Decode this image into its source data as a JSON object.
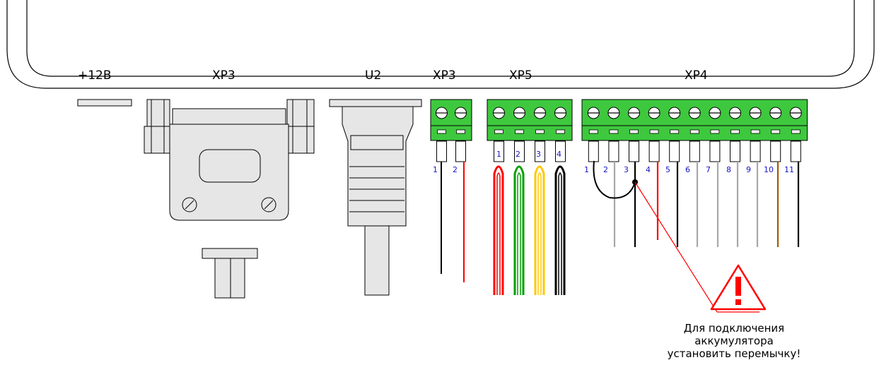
{
  "connectors": {
    "power": "+12В",
    "db": "XP3",
    "usb": "U2",
    "xp3_terminal": "XP3",
    "xp5": "XP5",
    "xp4": "XP4"
  },
  "xp3_pins": [
    "1",
    "2"
  ],
  "xp5_pins": [
    "1",
    "2",
    "3",
    "4"
  ],
  "xp4_pins": [
    "1",
    "2",
    "3",
    "4",
    "5",
    "6",
    "7",
    "8",
    "9",
    "10",
    "11"
  ],
  "warning": {
    "lines": [
      "Для подключения",
      "аккумулятора",
      "установить перемычку!"
    ]
  },
  "colors": {
    "terminal": "#3ec83e",
    "pin_number": "#1515c8",
    "red": "#ff0000",
    "green": "#00a000",
    "yellow": "#ffc800",
    "gray": "#a8a8a8",
    "brown": "#a05a00",
    "black": "#000000"
  }
}
